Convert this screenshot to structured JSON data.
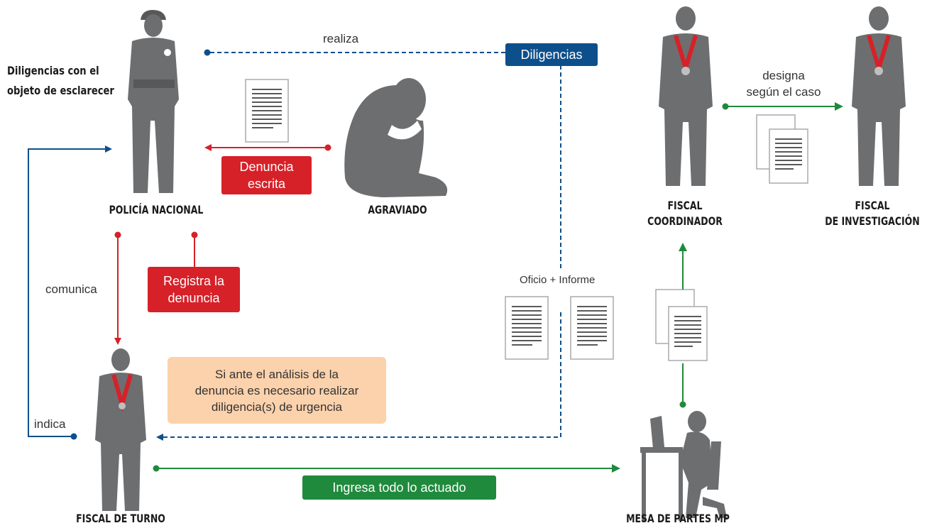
{
  "roles": {
    "policia": "POLICÍA NACIONAL",
    "agraviado": "AGRAVIADO",
    "fiscal_turno": "FISCAL DE TURNO",
    "mesa_partes": "MESA DE PARTES MP",
    "fiscal_coordinador": [
      "FISCAL",
      "COORDINADOR"
    ],
    "fiscal_investigacion": [
      "FISCAL",
      "DE INVESTIGACIÓN"
    ]
  },
  "side_note": [
    "Diligencias con el",
    "objeto de esclarecer"
  ],
  "labels": {
    "realiza": "realiza",
    "comunica": "comunica",
    "indica": "indica",
    "oficio_informe": "Oficio + Informe",
    "designa": [
      "designa",
      "según el caso"
    ]
  },
  "boxes": {
    "denuncia_escrita": [
      "Denuncia",
      "escrita"
    ],
    "registra": [
      "Registra la",
      "denuncia"
    ],
    "diligencias": "Diligencias",
    "ingresa": "Ingresa todo lo actuado"
  },
  "note": [
    "Si ante el análisis de la",
    "denuncia es necesario realizar",
    "diligencia(s) de urgencia"
  ],
  "colors": {
    "red": "#d62128",
    "blue": "#0d4f8b",
    "green": "#1f8a3c",
    "silhouette": "#6d6e70",
    "note_bg": "#fbd2ac"
  }
}
